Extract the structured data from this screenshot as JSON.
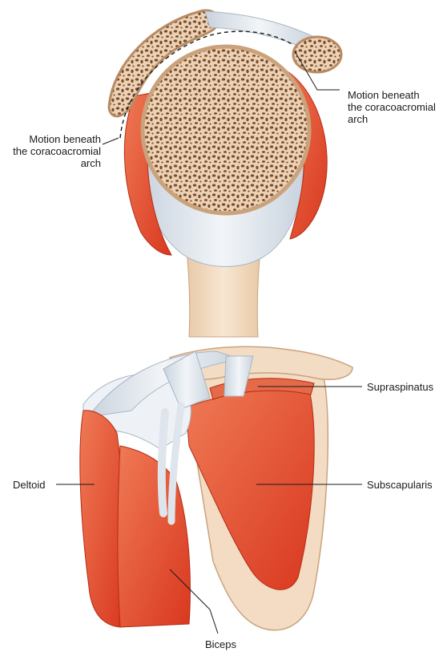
{
  "labels": {
    "motion_right": "Motion beneath\nthe coracoacromial\narch",
    "motion_left": "Motion beneath\nthe coracoacromial\narch",
    "supraspinatus": "Supraspinatus",
    "deltoid": "Deltoid",
    "subscapularis": "Subscapularis",
    "biceps": "Biceps"
  },
  "colors": {
    "bone": "#ecd2b5",
    "bone_dark": "#8a5a3a",
    "muscle": "#e2502f",
    "muscle_light": "#f08a66",
    "tendon": "#dfe5ec",
    "shaft": "#f2dcc4"
  }
}
